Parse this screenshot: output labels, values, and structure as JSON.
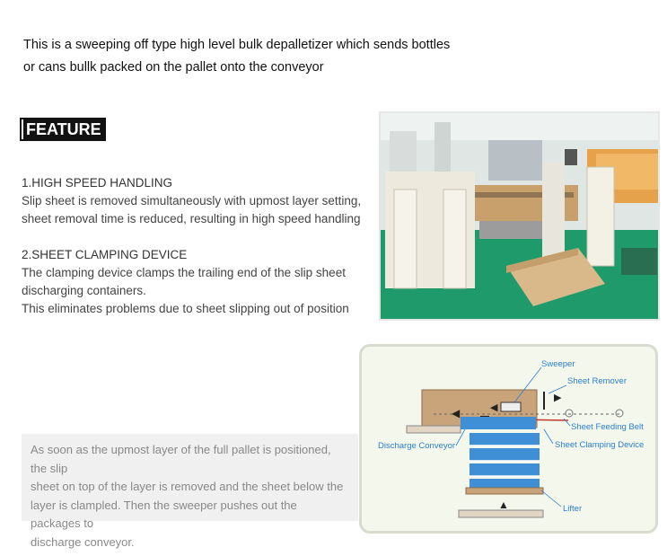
{
  "intro": {
    "line1": "This is a sweeping off type high level bulk depalletizer which sends bottles",
    "line2": "or cans bullk packed on the pallet onto the conveyor"
  },
  "feature": {
    "title": "FEATURE",
    "items": [
      {
        "heading": "1.HIGH SPEED HANDLING",
        "lines": [
          "Slip sheet is removed simultaneously with upmost layer setting,",
          "sheet removal time is reduced, resulting in high speed handling"
        ]
      },
      {
        "heading": "2.SHEET CLAMPING DEVICE",
        "lines": [
          "The clamping device clamps the trailing end of the slip sheet",
          "discharging containers.",
          "This eliminates problems due to sheet slipping out of position"
        ]
      }
    ]
  },
  "note": {
    "lines": [
      "As soon as the upmost layer of the full pallet is positioned, the slip",
      "sheet on top of the layer  is removed and  the sheet below the",
      "layer is clampled. Then the sweeper pushes out the packages to",
      "discharge conveyor."
    ]
  },
  "diagram": {
    "labels": {
      "sweeper": "Sweeper",
      "sheet_remover": "Sheet Remover",
      "sheet_feeding_belt": "Sheet Feeding Belt",
      "discharge_conveyor": "Discharge Conveyor",
      "sheet_clamping_device": "Sheet Clamping Device",
      "lifter": "Lifter"
    },
    "colors": {
      "label": "#2b7fd0",
      "bottle": "#3f8fd6",
      "panel_bg": "#f4f7ec",
      "sweeper_box": "#c9a47a"
    }
  },
  "photo": {
    "icon": "factory-photo"
  }
}
